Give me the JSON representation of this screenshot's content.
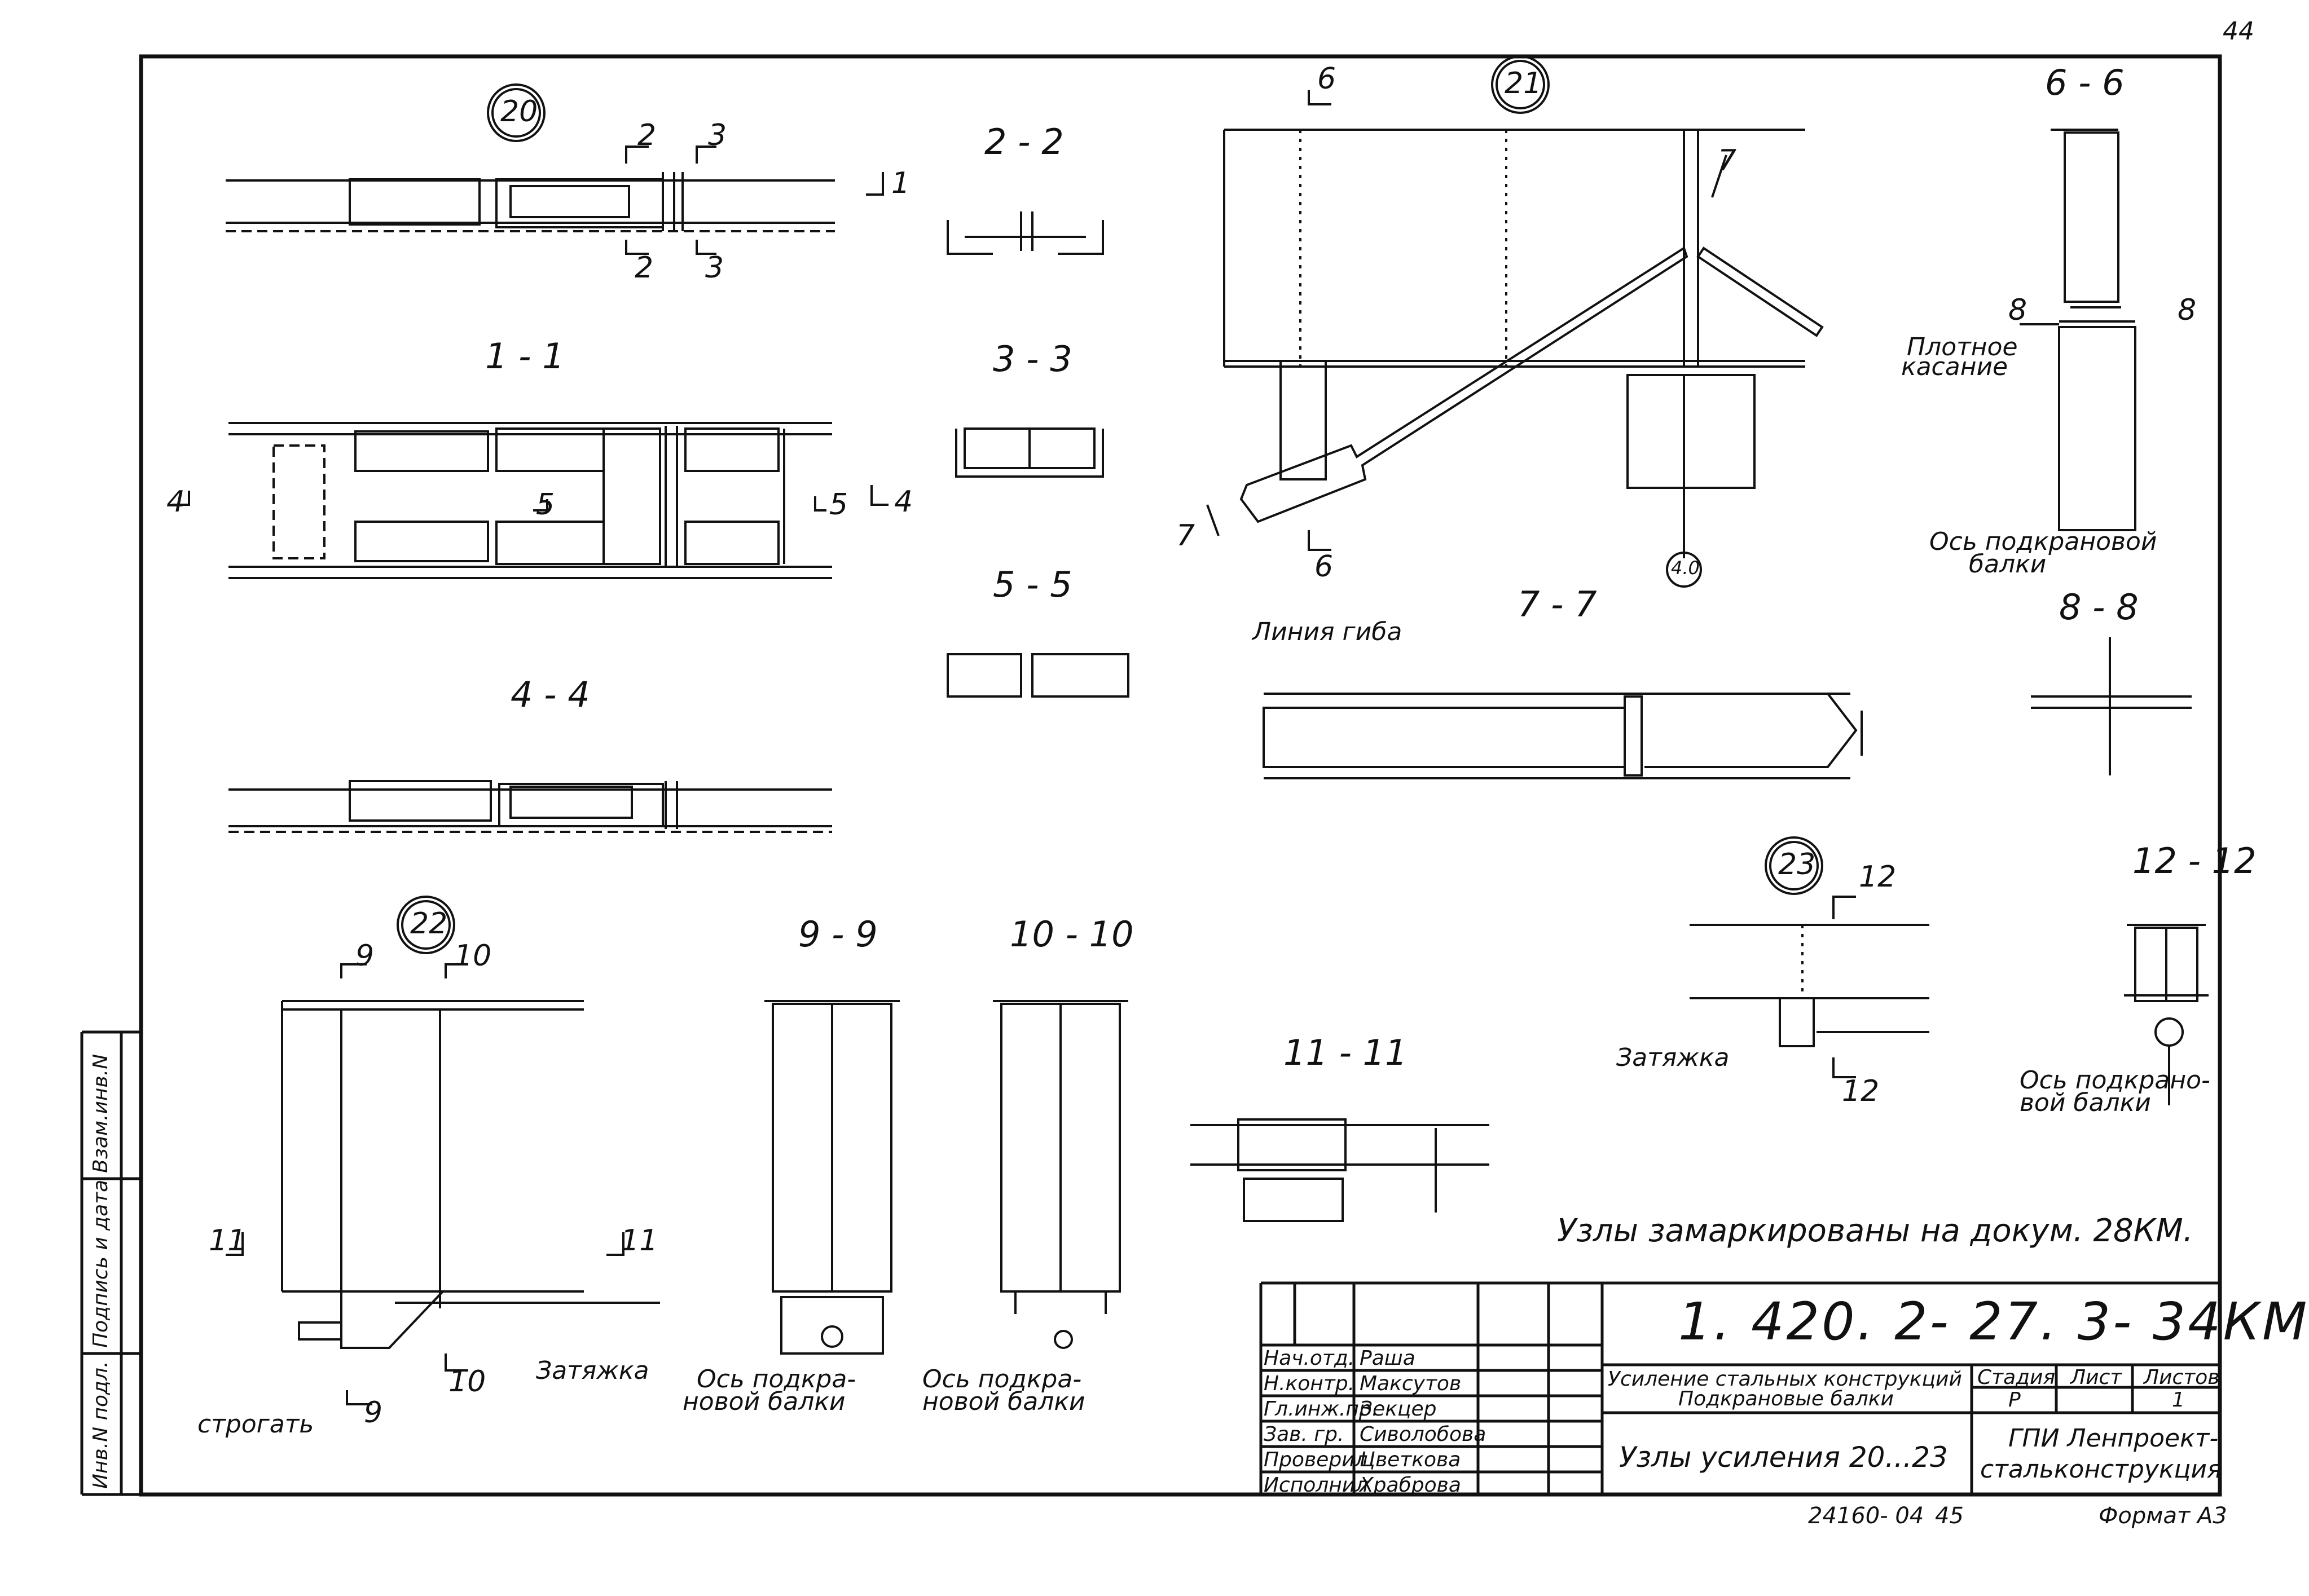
{
  "sheet_number": "44",
  "nodes": [
    "20",
    "21",
    "22",
    "23",
    "4.0"
  ],
  "sections": {
    "s2_2": "2 - 2",
    "s3_3": "3 - 3",
    "s5_5": "5 - 5",
    "s1_1": "1 - 1",
    "s4_4": "4 - 4",
    "s6_6": "6 - 6",
    "s7_7": "7 - 7",
    "s8_8": "8 - 8",
    "s9_9": "9 - 9",
    "s10_10": "10 - 10",
    "s11_11": "11 - 11",
    "s12_12": "12 - 12"
  },
  "cut_marks": [
    "1",
    "2",
    "3",
    "4",
    "5",
    "6",
    "7",
    "8",
    "9",
    "10",
    "11",
    "12"
  ],
  "labels": {
    "tight_contact_1": "Плотное",
    "tight_contact_2": "касание",
    "crane_axis_1": "Ось подкрановой",
    "crane_axis_2": "балки",
    "bend_line": "Линия гиба",
    "tie_rod": "Затяжка",
    "plane": "строгать",
    "crane_axis_9_1": "Ось подкра-",
    "crane_axis_9_2": "новой балки",
    "crane_axis_10_1": "Ось подкра-",
    "crane_axis_10_2": "новой балки",
    "crane_axis_12_1": "Ось подкрано-",
    "crane_axis_12_2": "вой балки"
  },
  "note": "Узлы замаркированы на докум. 28КМ.",
  "side_strip": [
    "Инв.N подл.",
    "Подпись и дата",
    "Взам.инв.N"
  ],
  "title_block": {
    "code": "1. 420. 2- 27. 3- 34КМ",
    "project_1": "Усиление стальных конструкций",
    "project_2": "Подкрановые балки",
    "sheet_title": "Узлы усиления 20...23",
    "org_1": "ГПИ Ленпроект-",
    "org_2": "стальконструкция",
    "stage_header": "Стадия",
    "sheet_header": "Лист",
    "sheets_header": "Листов",
    "stage_value": "Р",
    "sheets_value": "1",
    "roles": [
      {
        "role": "Нач.отд.",
        "name": "Раша"
      },
      {
        "role": "Н.контр.",
        "name": "Максутов"
      },
      {
        "role": "Гл.инж.пр.",
        "name": "Зекцер"
      },
      {
        "role": "Зав. гр.",
        "name": "Сиволобова"
      },
      {
        "role": "Проверил",
        "name": "Цветкова"
      },
      {
        "role": "Исполнил",
        "name": "Храброва"
      }
    ]
  },
  "footer": {
    "inventory": "24160- 04",
    "page": "45",
    "format": "Формат А3"
  }
}
